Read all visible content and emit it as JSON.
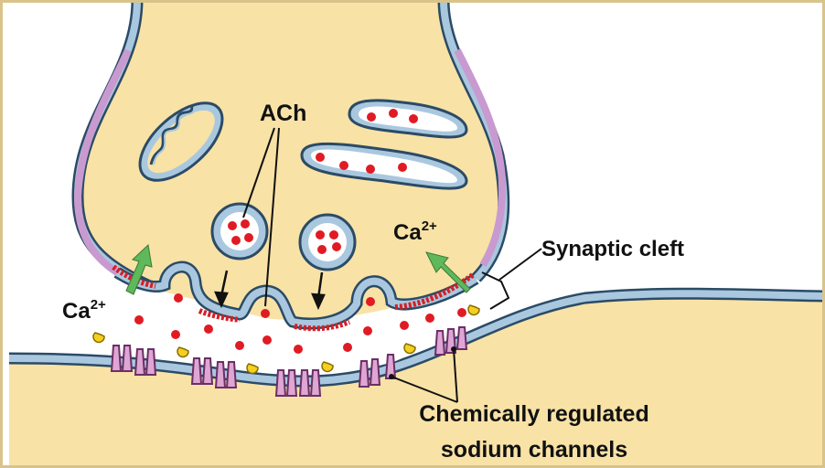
{
  "labels": {
    "ach": "ACh",
    "ca_left_base": "Ca",
    "ca_left_sup": "2+",
    "ca_right_base": "Ca",
    "ca_right_sup": "2+",
    "synaptic_cleft": "Synaptic cleft",
    "channels_line1": "Chemically regulated",
    "channels_line2": "sodium channels"
  },
  "colors": {
    "cytoplasm": "#f8e2a6",
    "cleft": "#ffffff",
    "membrane_blue": "#a9c8df",
    "membrane_outline": "#2b4b66",
    "membrane_purple": "#c89ad0",
    "active_zone_red": "#d81e24",
    "neurotransmitter": "#e01b24",
    "receptor_pink": "#dfa6d4",
    "binding_yellow": "#f4d020",
    "calcium_arrow": "#5fb85a",
    "frame": "#d8c48a"
  }
}
